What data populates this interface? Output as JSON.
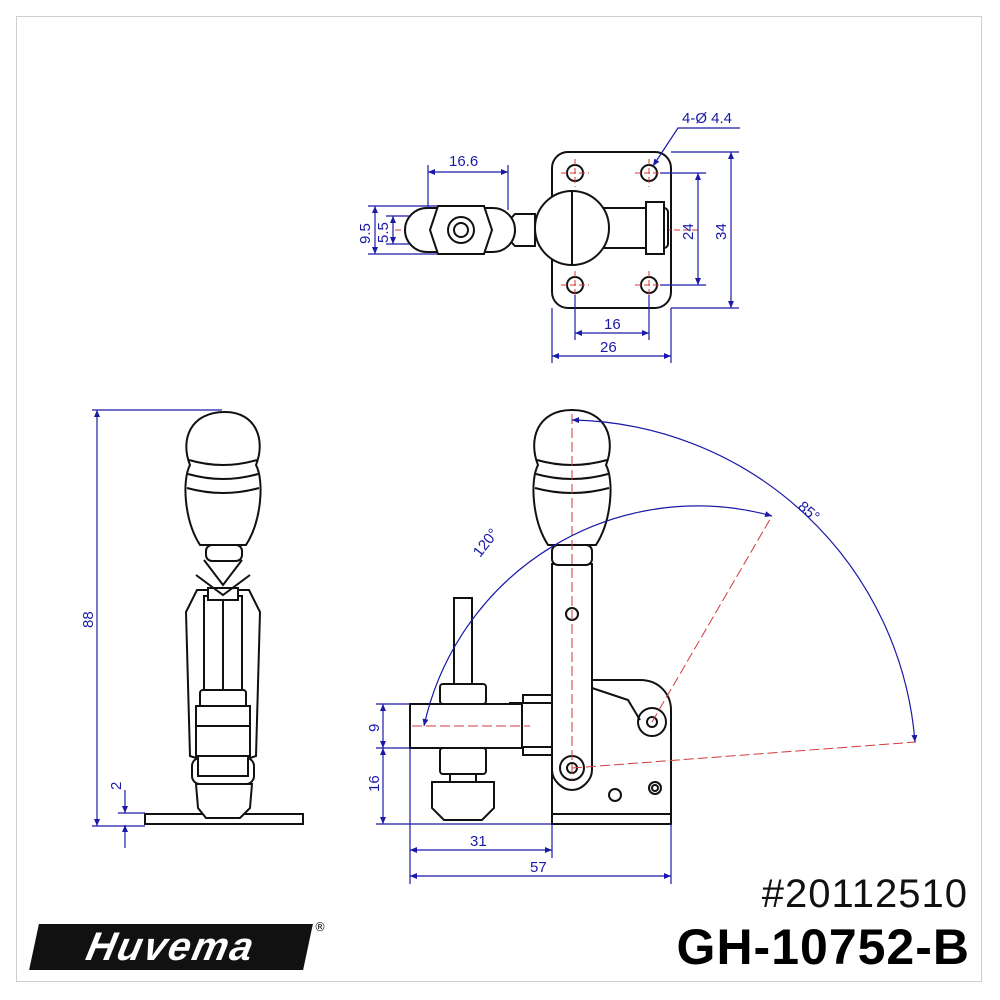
{
  "brand": {
    "logo_text": "Huvema",
    "registered": "®"
  },
  "article_number": "#20112510",
  "model": "GH-10752-B",
  "dimensions": {
    "hole_spec": "4-Ø 4.4",
    "width_16_6": "16.6",
    "height_9_5": "9.5",
    "height_5_5": "5.5",
    "hole_pitch_v": "24",
    "base_height": "34",
    "hole_pitch_h": "16",
    "base_width": "26",
    "overall_height": "88",
    "base_thickness": "2",
    "spindle_height": "9",
    "pivot_height": "16",
    "reach": "31",
    "overall_length": "57",
    "open_angle": "120°",
    "handle_angle": "85°"
  }
}
